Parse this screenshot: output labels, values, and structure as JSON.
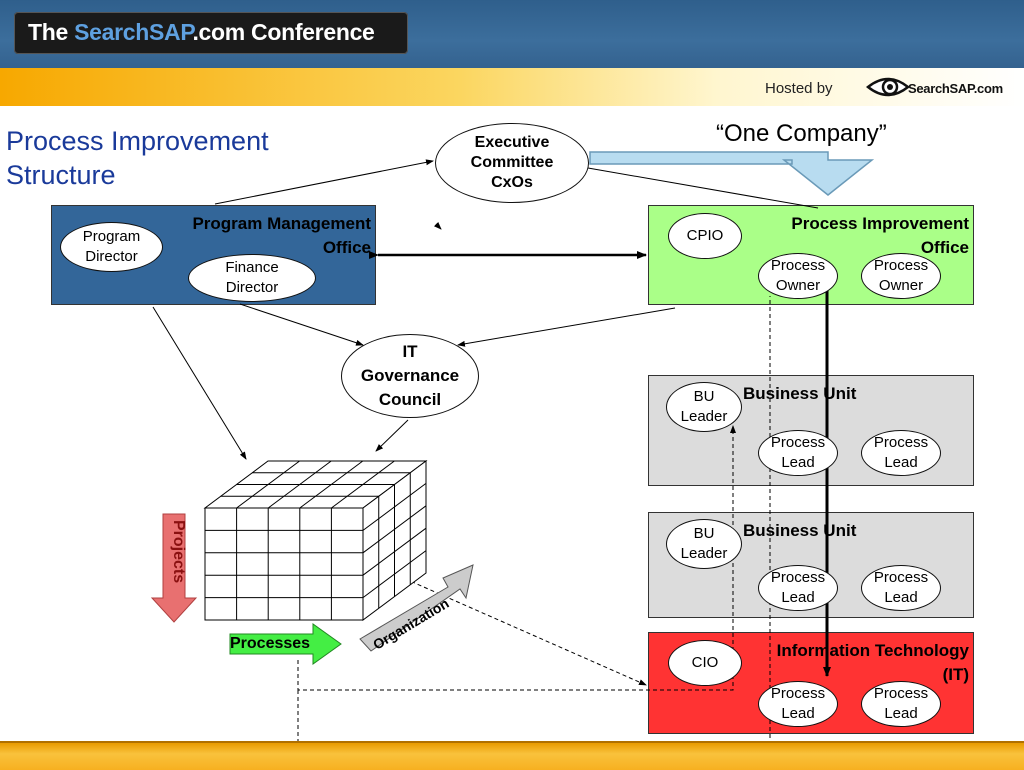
{
  "banner": {
    "prefix": "The ",
    "brand_a": "SearchSAP",
    "brand_b": ".com",
    "suffix": " Conference"
  },
  "hosted_by": "Hosted by",
  "logo_text": "SearchSAP.com",
  "title_line1": "Process Improvement",
  "title_line2": "Structure",
  "one_company": "“One Company”",
  "executive": [
    "Executive",
    "Committee",
    "CxOs"
  ],
  "it_governance": [
    "IT",
    "Governance",
    "Council"
  ],
  "pmo": {
    "label_line1": "Program Management",
    "label_line2": "Office",
    "program_director": [
      "Program",
      "Director"
    ],
    "finance_director": [
      "Finance",
      "Director"
    ]
  },
  "pio": {
    "label_line1": "Process Improvement",
    "label_line2": "Office",
    "cpio": "CPIO",
    "owner1": [
      "Process",
      "Owner"
    ],
    "owner2": [
      "Process",
      "Owner"
    ]
  },
  "bu1": {
    "label": "Business Unit",
    "leader": [
      "BU",
      "Leader"
    ],
    "lead1": [
      "Process",
      "Lead"
    ],
    "lead2": [
      "Process",
      "Lead"
    ]
  },
  "bu2": {
    "label": "Business Unit",
    "leader": [
      "BU",
      "Leader"
    ],
    "lead1": [
      "Process",
      "Lead"
    ],
    "lead2": [
      "Process",
      "Lead"
    ]
  },
  "it": {
    "label_line1": "Information Technology",
    "label_line2": "(IT)",
    "cio": "CIO",
    "lead1": [
      "Process",
      "Lead"
    ],
    "lead2": [
      "Process",
      "Lead"
    ]
  },
  "cube_arrows": {
    "projects": "Projects",
    "processes": "Processes",
    "organization": "Organization"
  },
  "colors": {
    "pmo": "#336699",
    "pio": "#aaff88",
    "bu": "#dcdcdc",
    "it": "#ff3333",
    "title": "#1a3a9a",
    "projects_arrow": "#e87070",
    "processes_arrow": "#44ee44",
    "organization_arrow": "#cccccc"
  }
}
